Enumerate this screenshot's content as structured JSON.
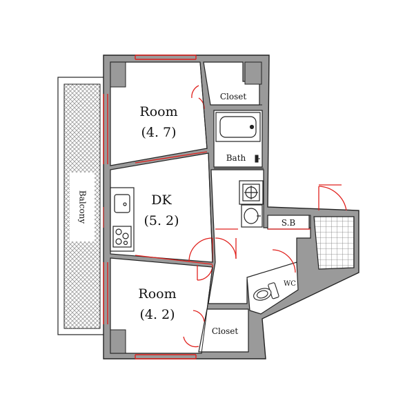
{
  "rooms": {
    "north_room": {
      "name": "Room",
      "size": "(4. 7)"
    },
    "dk": {
      "name": "DK",
      "size": "(5. 2)"
    },
    "south_room": {
      "name": "Room",
      "size": "(4. 2)"
    }
  },
  "labels": {
    "balcony": "Balcony",
    "closet_top": "Closet",
    "closet_bottom": "Closet",
    "bath": "Bath",
    "storage": "S.B",
    "toilet": "WC"
  },
  "colors": {
    "wall": "#9a9a9a",
    "door_window": "#e0201c",
    "line": "#222222",
    "balcony_hatch": "#999999",
    "tile": "#888888"
  }
}
